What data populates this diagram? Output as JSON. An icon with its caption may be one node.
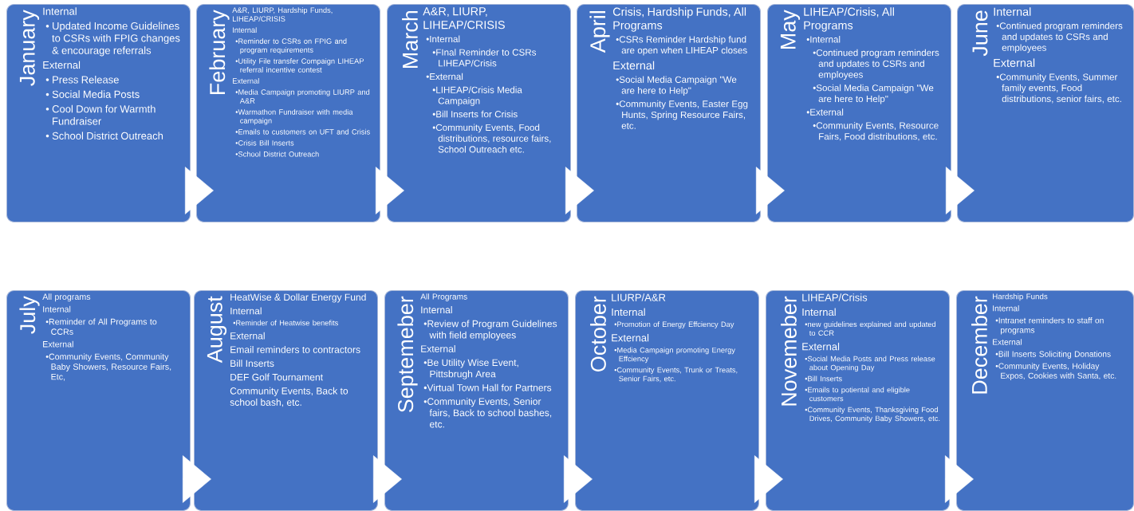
{
  "diagram": {
    "nodes": [
      {
        "text": [
          "January",
          "Internal",
          "• Updated Income Guidelines to CSRs with FPIG changes & encourage referrals",
          "External",
          "• Press Release",
          "• Social Media Posts",
          "• Cool Down for Warmth Fundraiser",
          "• School District Outreach"
        ]
      },
      {
        "text": [
          "February",
          "A&R, LIURP, Hardship Funds, LIHEAP/CRISIS",
          "Internal",
          "•Reminder to CSRs on FPIG and program requirements",
          "•Utility File transfer Compaign LIHEAP referral incentive contest",
          "External",
          "•Media Campaign promoting LIURP and A&R",
          "•Warmathon Fundraiser with media campaign",
          "•Emails to customers on UFT and Crisis",
          "•Crisis Bill Inserts",
          "•School District Outreach"
        ]
      },
      {
        "text": [
          "March",
          "A&R, LIURP, LIHEAP/CRISIS",
          "•Internal",
          "•FInal Reminder to CSRs LIHEAP/Crisis",
          "•External",
          "•LIHEAP/Crisis Media Campaign",
          "•Bill Inserts for Crisis",
          "•Community Events, Food distributions, resource fairs, School Outreach etc."
        ]
      },
      {
        "text": [
          "April",
          "Crisis, Hardship Funds, All Programs",
          "•CSRs Reminder Hardship fund are open when LIHEAP closes",
          "External",
          "•Social Media Campaign \"We are here to Help\"",
          "•Community Events, Easter Egg Hunts, Spring Resource Fairs, etc."
        ]
      },
      {
        "text": [
          "May",
          "LIHEAP/Crisis, All Programs",
          "•Internal",
          "•Continued program reminders and updates to CSRs and employees",
          "•Social Media Campaign \"We are here to Help\"",
          "•External",
          "•Community Events, Resource Fairs, Food distributions, etc."
        ]
      },
      {
        "text": [
          "June",
          "Internal",
          "•Continued program reminders and updates to CSRs and employees",
          "External",
          "•Community Events, Summer family events, Food distributions, senior fairs, etc."
        ]
      },
      {
        "text": [
          "July",
          "All programs",
          "Internal",
          "•Reminder of All Programs to CCRs",
          "External",
          "•Community Events, Community Baby Showers, Resource Fairs, Etc,"
        ]
      },
      {
        "text": [
          "August",
          "HeatWise & Dollar Energy Fund",
          "Internal",
          "•Reminder of Heatwise benefits",
          "External",
          "Email reminders to contractors",
          "Bill Inserts",
          "DEF Golf Tournament",
          "Community Events, Back to school bash, etc."
        ]
      },
      {
        "text": [
          "Septemeber",
          "All Programs",
          "Internal",
          "•Review of Program Guidelines with field employees",
          "External",
          "•Be Utility Wise Event, Pittsbrugh Area",
          "•Virtual Town Hall for Partners",
          "•Community Events, Senior fairs, Back to school bashes, etc."
        ]
      },
      {
        "text": [
          "October",
          "LIURP/A&R",
          "Internal",
          "•Promotion of Energy Effciency Day",
          "External",
          "•Media Campaign promoting Energy Effciency",
          "•Community Events, Trunk or Treats, Senior Fairs, etc."
        ]
      },
      {
        "text": [
          "Novemeber",
          "LIHEAP/Crisis",
          "Internal",
          "•new guidelines explained and updated to CCR",
          "External",
          "•Social Media Posts and Press release about Opening Day",
          "•Bill Inserts",
          "•Emails to potiental and eligible customers",
          "•Community Events, Thanksgiving Food Drives, Community Baby Showers, etc."
        ]
      },
      {
        "text": [
          "December",
          "Hardship Funds",
          "Internal",
          "•Intranet reminders to staff on programs",
          "External",
          "•Bill Inserts Soliciting Donations",
          "•Community Events, Holiday Expos, Cookies with Santa, etc."
        ]
      }
    ],
    "edges": [
      {
        "from": 0,
        "to": 1,
        "arrow": "to"
      },
      {
        "from": 1,
        "to": 2,
        "arrow": "to"
      },
      {
        "from": 2,
        "to": 3,
        "arrow": "to"
      },
      {
        "from": 3,
        "to": 4,
        "arrow": "to"
      },
      {
        "from": 4,
        "to": 5,
        "arrow": "to"
      },
      {
        "from": 6,
        "to": 7,
        "arrow": "to"
      },
      {
        "from": 7,
        "to": 8,
        "arrow": "to"
      },
      {
        "from": 8,
        "to": 9,
        "arrow": "to"
      },
      {
        "from": 9,
        "to": 10,
        "arrow": "to"
      },
      {
        "from": 10,
        "to": 11,
        "arrow": "to"
      }
    ]
  }
}
